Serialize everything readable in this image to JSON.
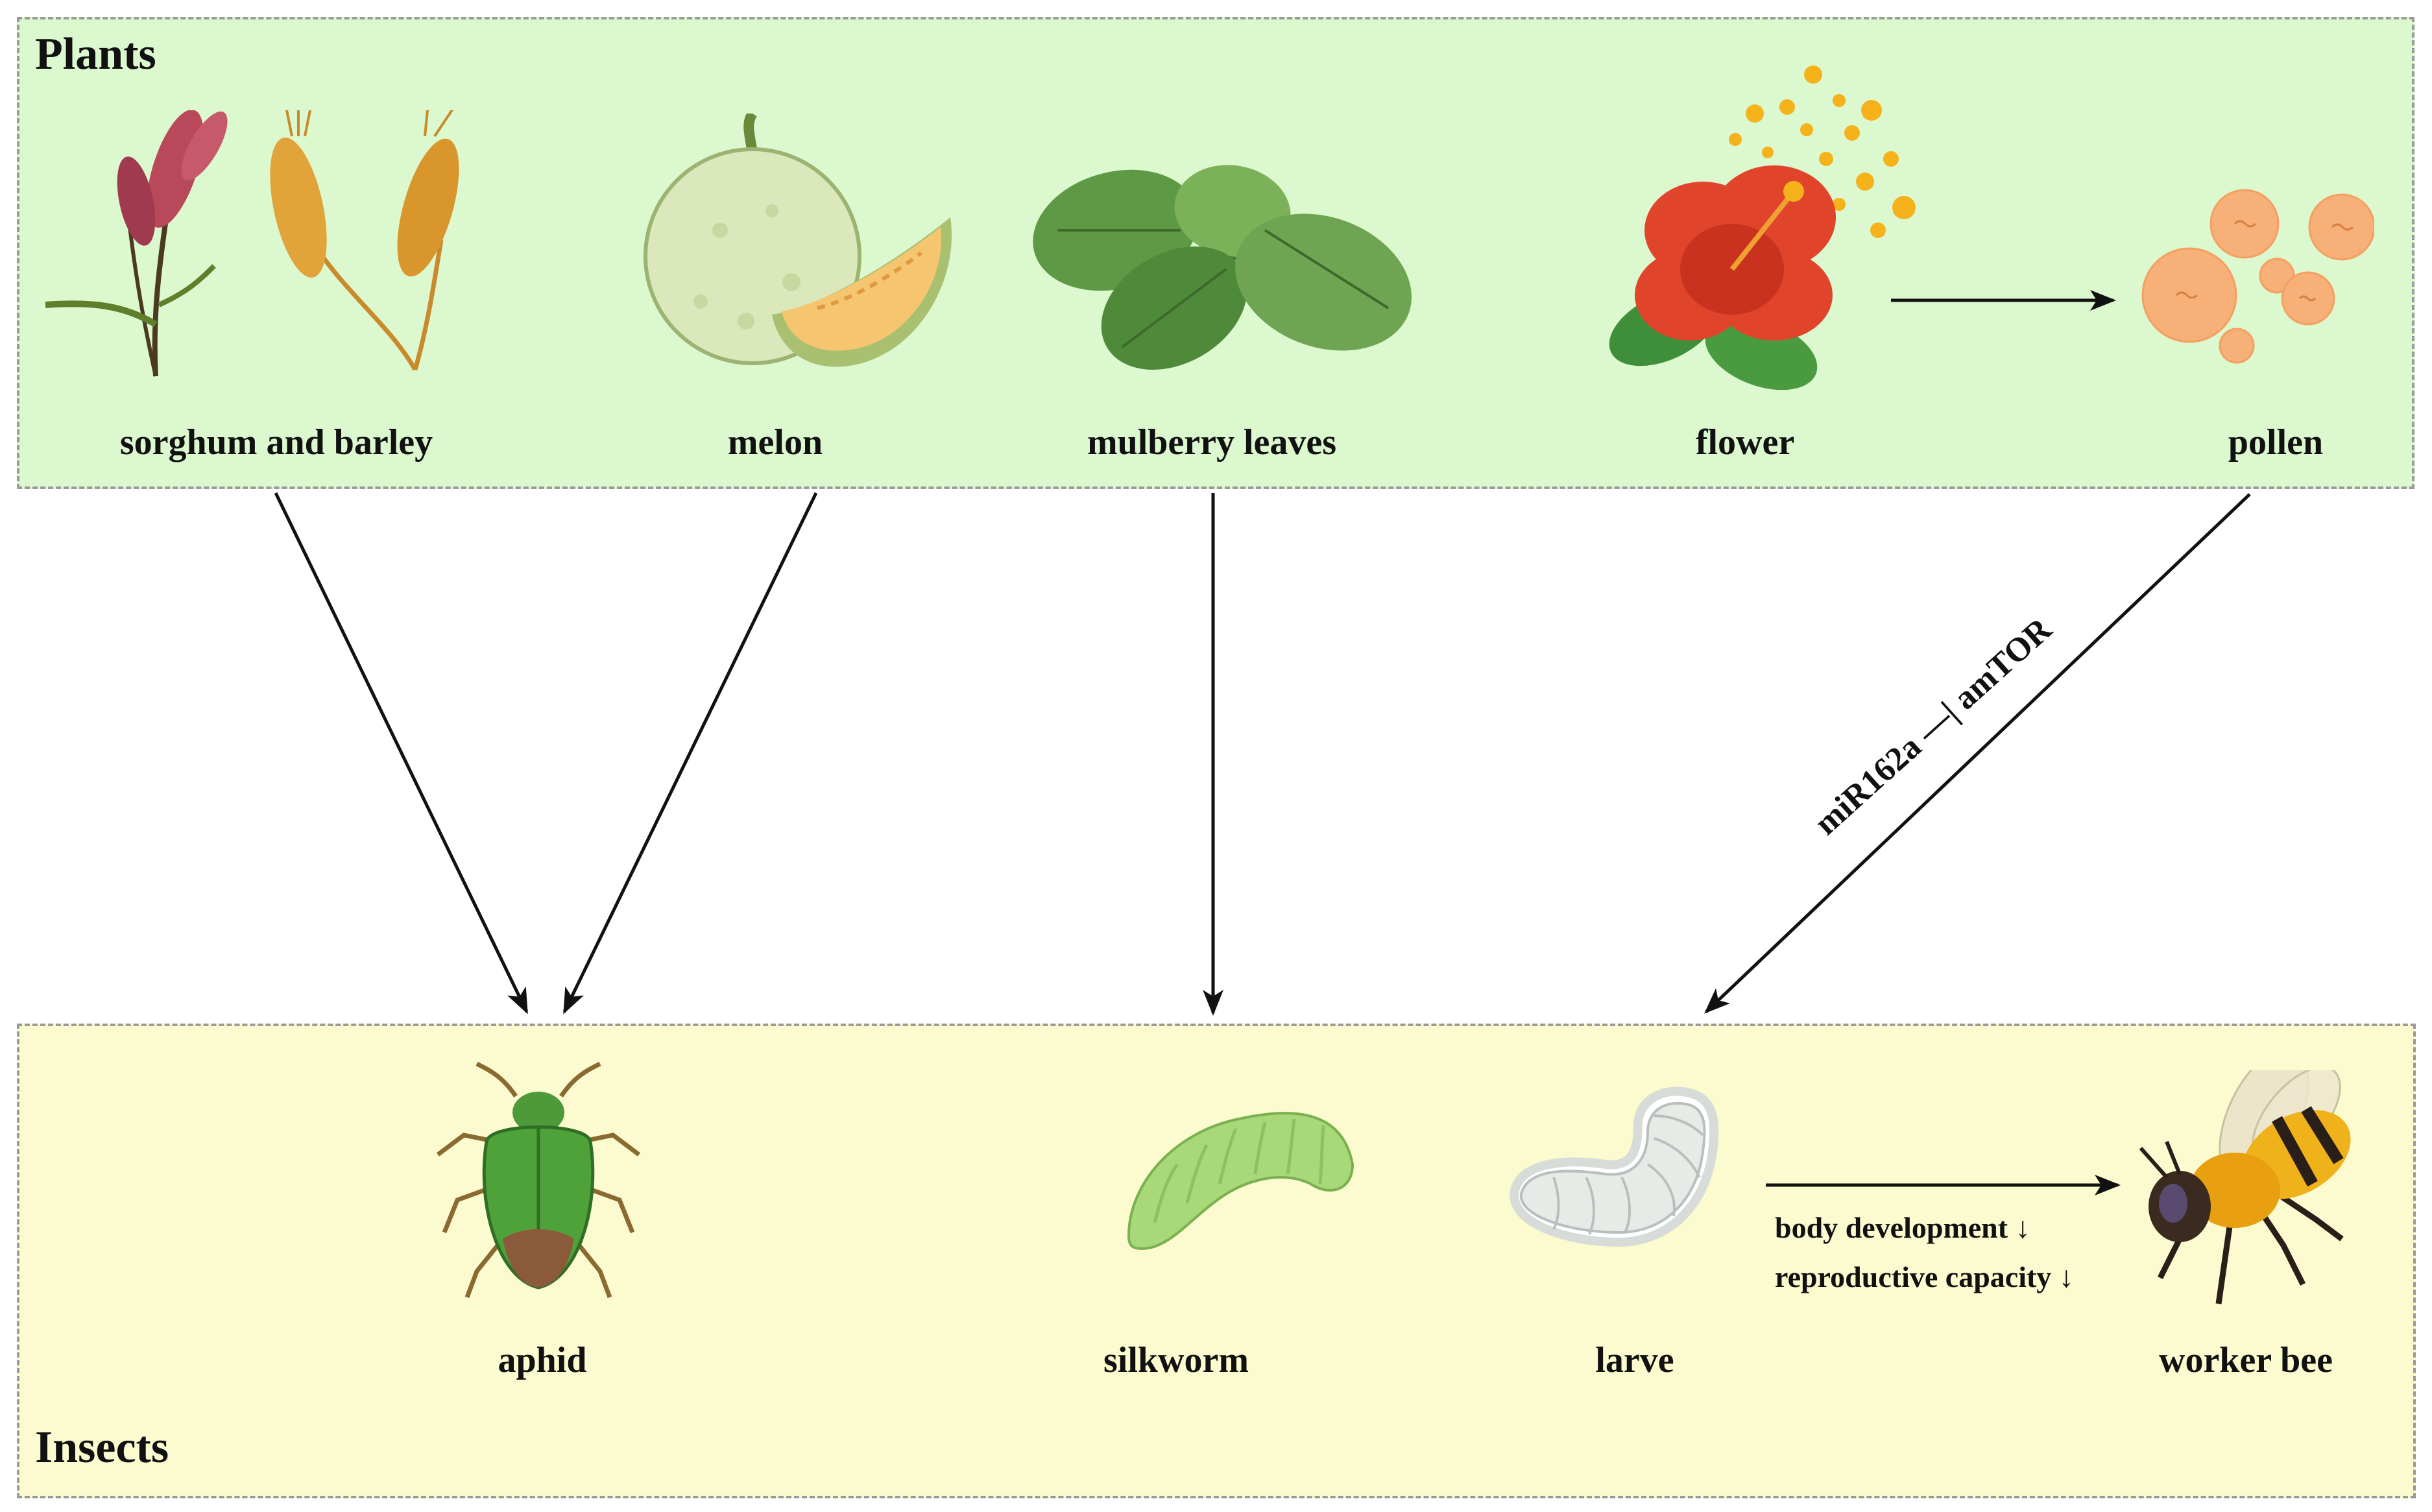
{
  "plants_panel": {
    "title": "Plants"
  },
  "insects_panel": {
    "title": "Insects"
  },
  "plants": [
    {
      "label": "sorghum and barley",
      "icon": "sorghum-barley-icon"
    },
    {
      "label": "melon",
      "icon": "melon-icon"
    },
    {
      "label": "mulberry leaves",
      "icon": "mulberry-leaves-icon"
    },
    {
      "label": "flower",
      "icon": "flower-icon"
    },
    {
      "label": "pollen",
      "icon": "pollen-icon"
    }
  ],
  "insects": [
    {
      "label": "aphid",
      "icon": "aphid-icon"
    },
    {
      "label": "silkworm",
      "icon": "silkworm-icon"
    },
    {
      "label": "larve",
      "icon": "larva-icon"
    },
    {
      "label": "worker bee",
      "icon": "worker-bee-icon"
    }
  ],
  "annotations": {
    "mirna": "miR162a —| amTOR",
    "body_development": "body development ↓",
    "reproductive_capacity": "reproductive capacity ↓"
  },
  "colors": {
    "plants_bg": "#dcf8cf",
    "insects_bg": "#fbfbcf",
    "border": "#9a9a9a",
    "arrow": "#111111"
  }
}
